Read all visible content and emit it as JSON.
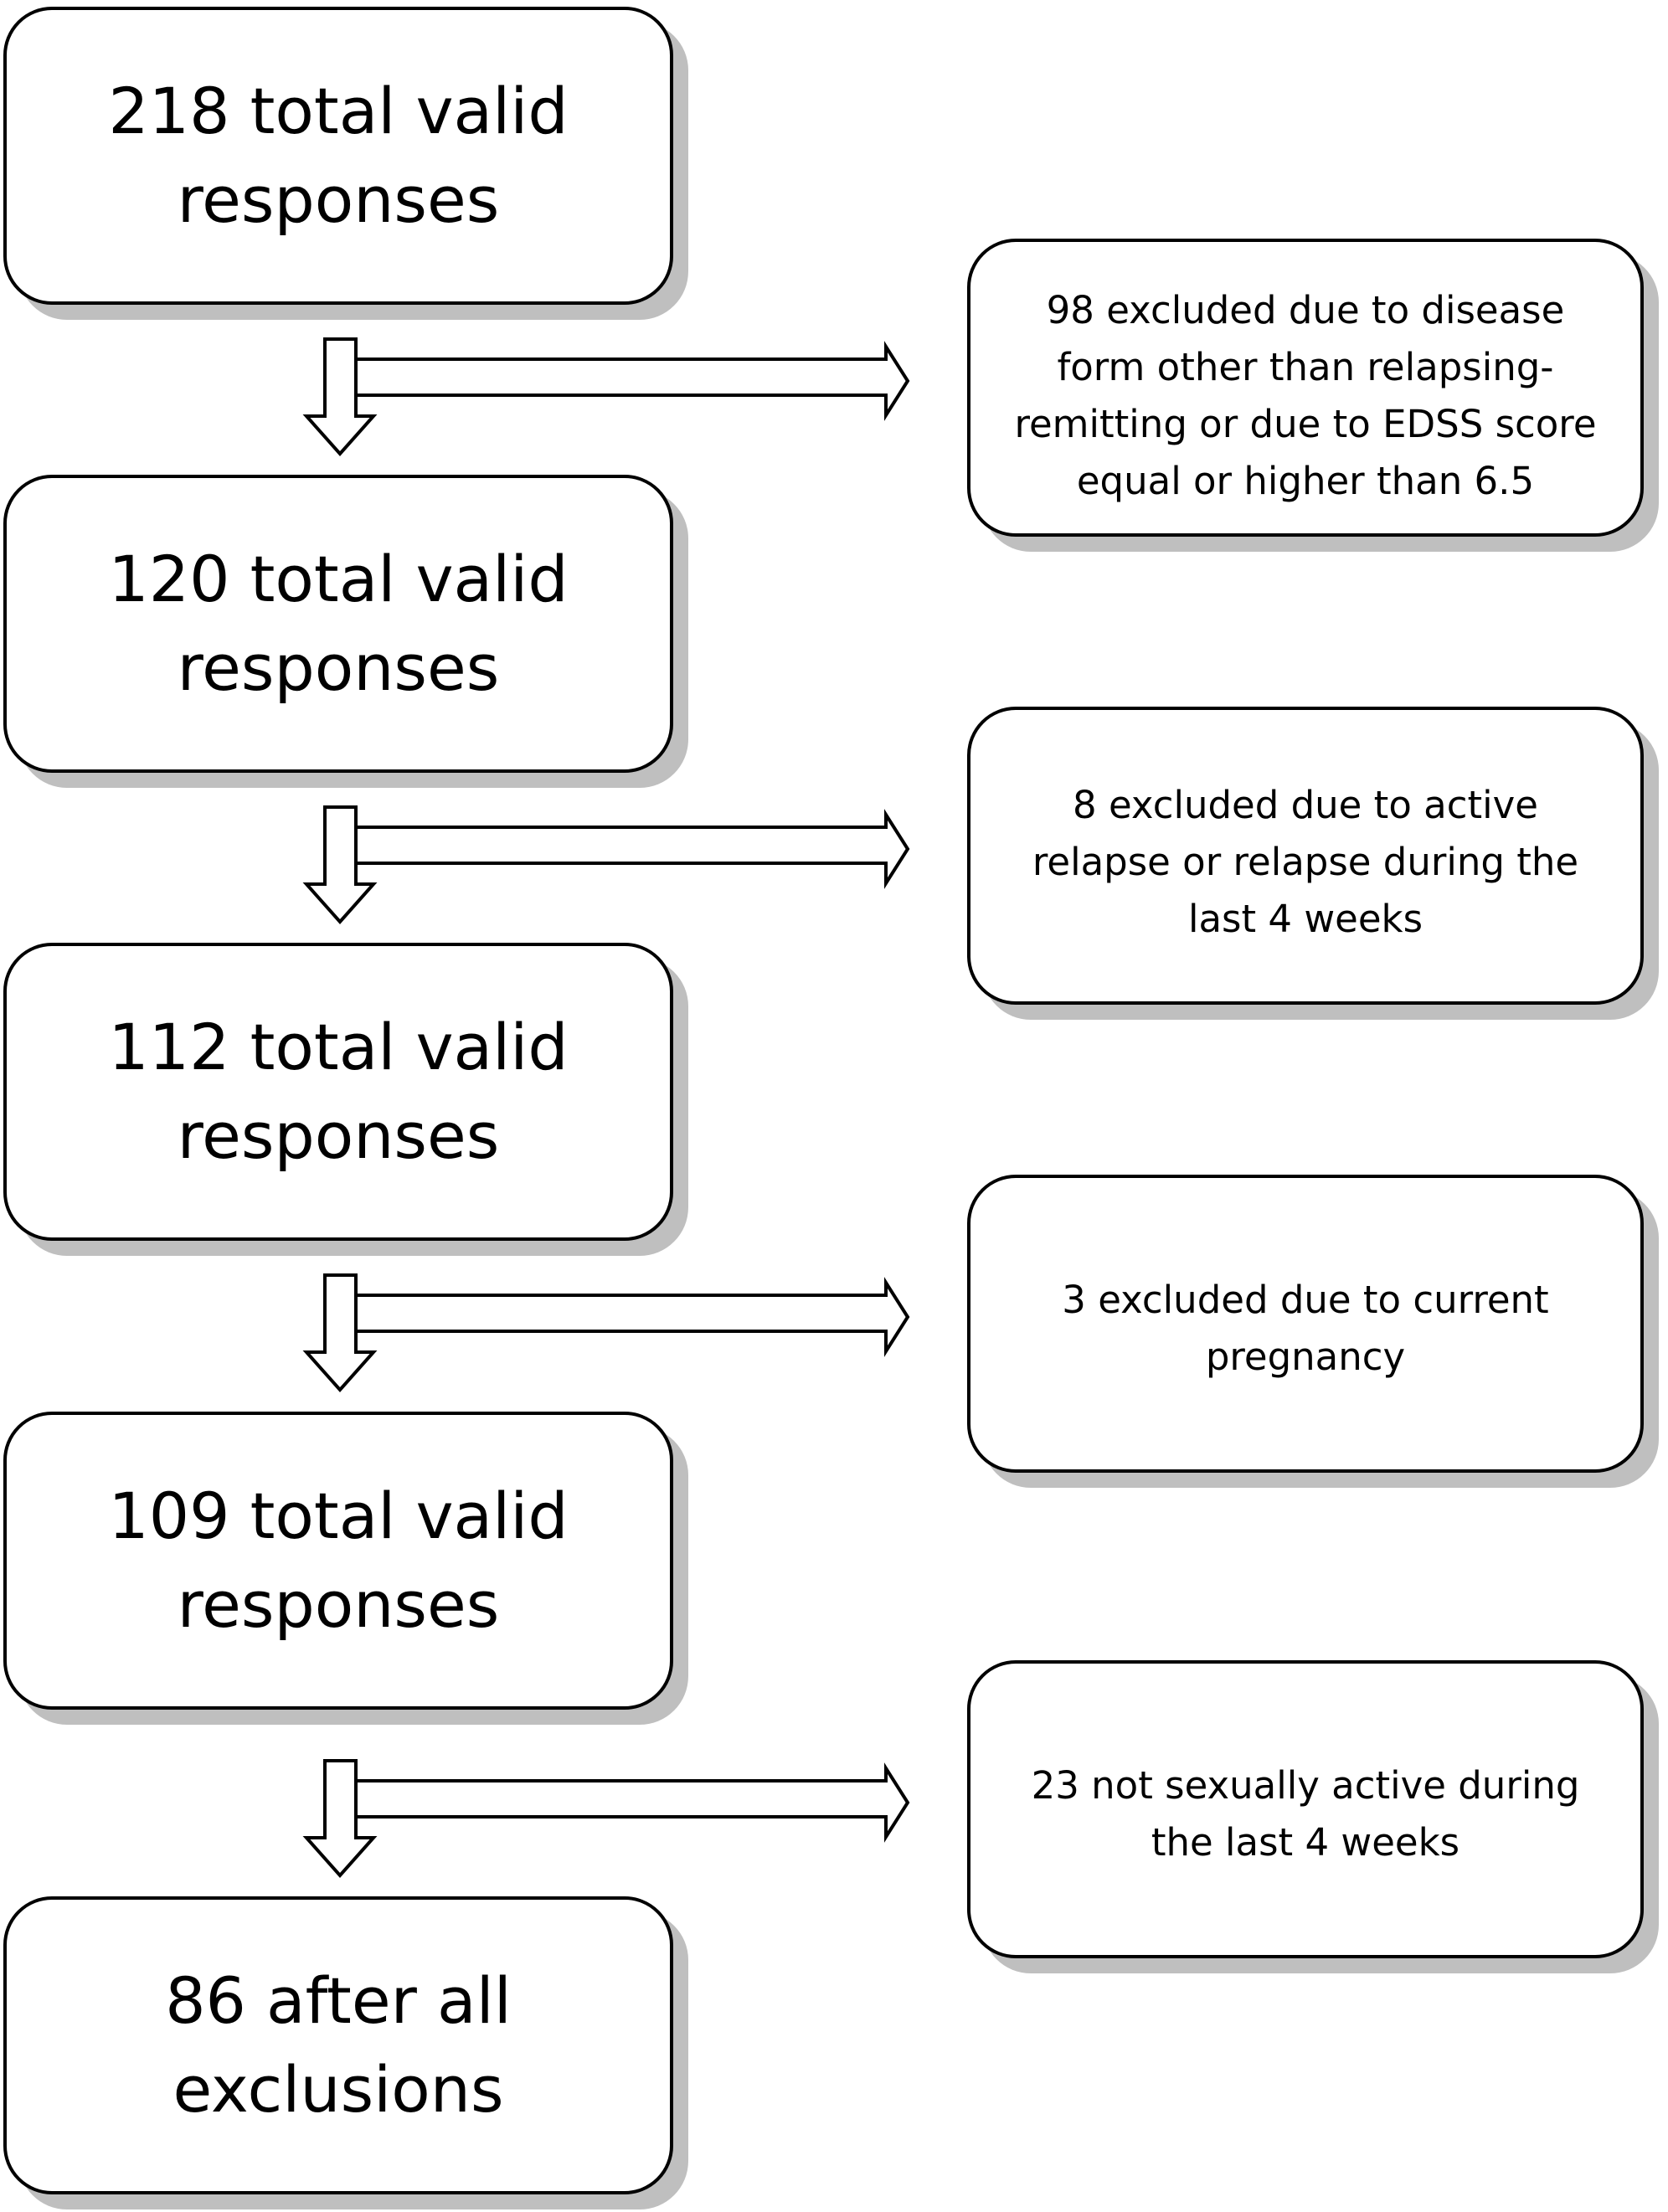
{
  "flow": {
    "main_boxes": [
      {
        "label": "218 total valid\nresponses"
      },
      {
        "label": "120 total valid\nresponses"
      },
      {
        "label": "112 total valid\nresponses"
      },
      {
        "label": "109 total valid\nresponses"
      },
      {
        "label": "86 after all\nexclusions"
      }
    ],
    "exclusion_boxes": [
      {
        "label": "98 excluded due to disease\nform other than relapsing-\nremitting or due to EDSS score\nequal or higher than 6.5"
      },
      {
        "label": "8 excluded due to active\nrelapse or relapse during the\nlast 4 weeks"
      },
      {
        "label": "3 excluded due to current\npregnancy"
      },
      {
        "label": "23 not sexually active during\nthe last 4 weeks"
      }
    ]
  },
  "style": {
    "box_border": "#000000",
    "box_fill": "#ffffff",
    "shadow": "#bfbfbf"
  }
}
